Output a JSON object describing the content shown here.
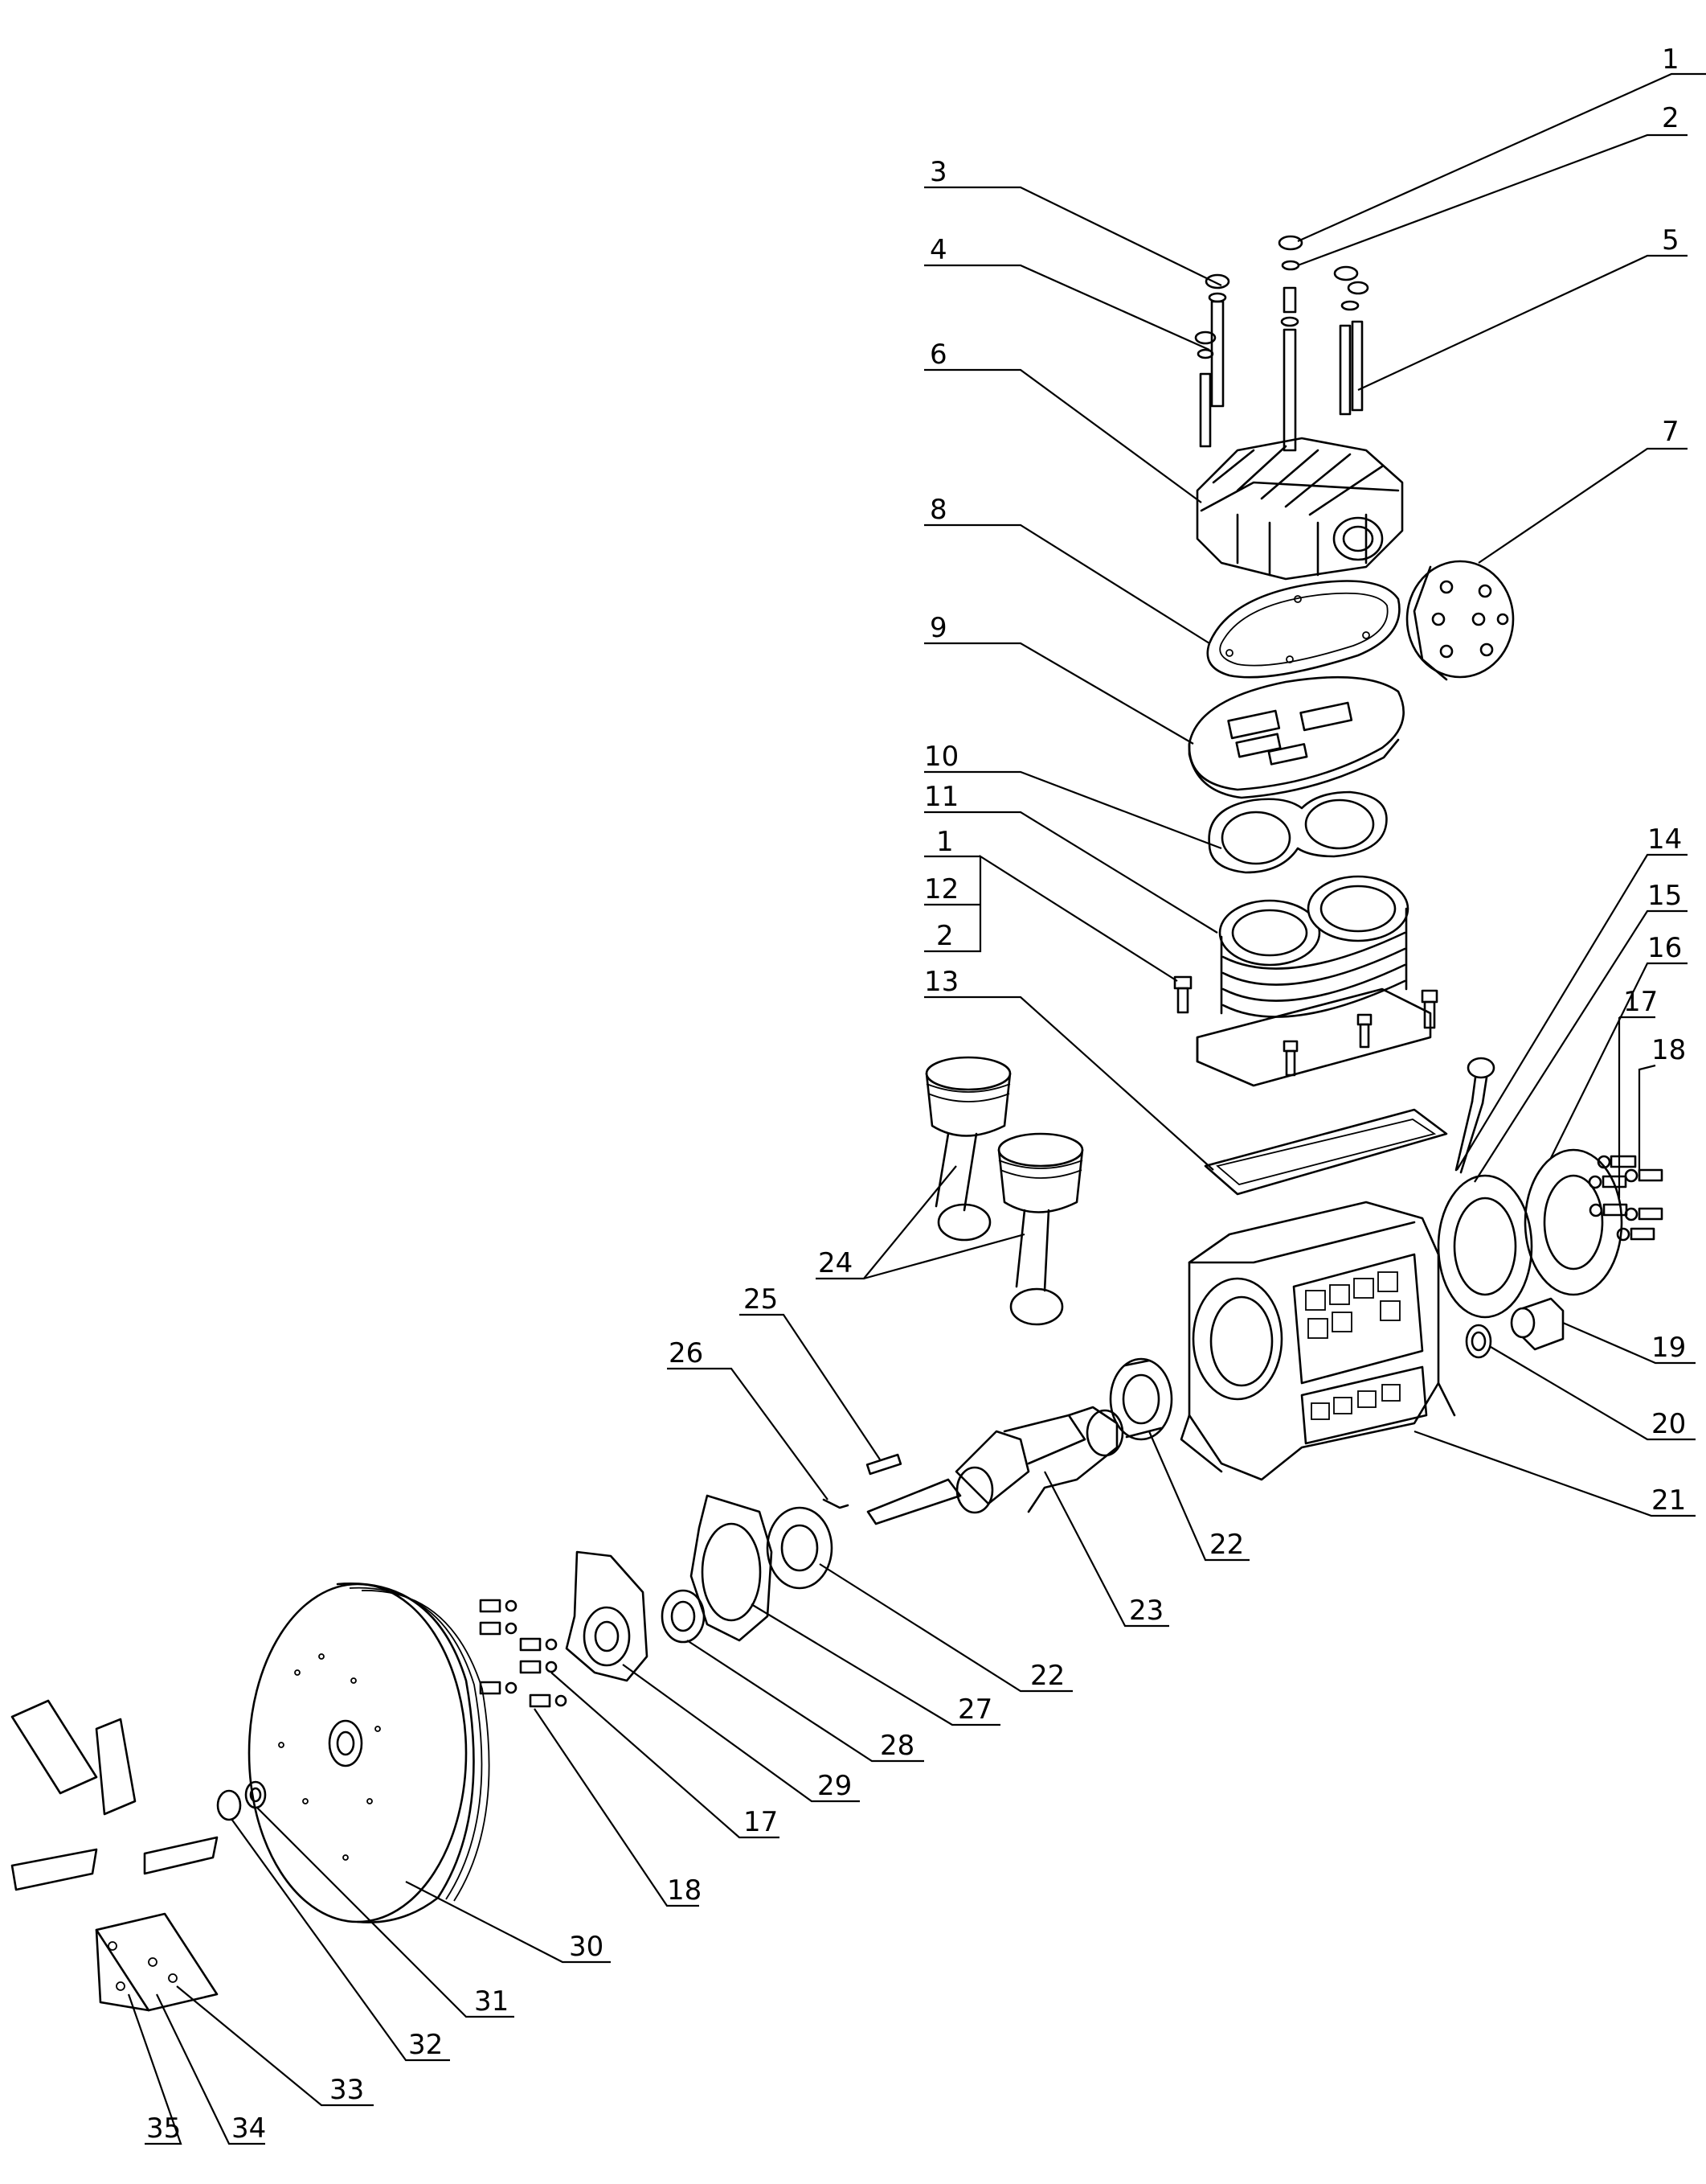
{
  "callouts": [
    {
      "id": "c1",
      "label": "1"
    },
    {
      "id": "c2",
      "label": "2"
    },
    {
      "id": "c3",
      "label": "3"
    },
    {
      "id": "c4",
      "label": "4"
    },
    {
      "id": "c5",
      "label": "5"
    },
    {
      "id": "c6",
      "label": "6"
    },
    {
      "id": "c7",
      "label": "7"
    },
    {
      "id": "c8",
      "label": "8"
    },
    {
      "id": "c9",
      "label": "9"
    },
    {
      "id": "c10",
      "label": "10"
    },
    {
      "id": "c11",
      "label": "11"
    },
    {
      "id": "c1b",
      "label": "1"
    },
    {
      "id": "c12",
      "label": "12"
    },
    {
      "id": "c2b",
      "label": "2"
    },
    {
      "id": "c13",
      "label": "13"
    },
    {
      "id": "c14",
      "label": "14"
    },
    {
      "id": "c15",
      "label": "15"
    },
    {
      "id": "c16",
      "label": "16"
    },
    {
      "id": "c17",
      "label": "17"
    },
    {
      "id": "c18",
      "label": "18"
    },
    {
      "id": "c19",
      "label": "19"
    },
    {
      "id": "c20",
      "label": "20"
    },
    {
      "id": "c21",
      "label": "21"
    },
    {
      "id": "c22",
      "label": "22"
    },
    {
      "id": "c23",
      "label": "23"
    },
    {
      "id": "c24",
      "label": "24"
    },
    {
      "id": "c25",
      "label": "25"
    },
    {
      "id": "c26",
      "label": "26"
    },
    {
      "id": "c22b",
      "label": "22"
    },
    {
      "id": "c27",
      "label": "27"
    },
    {
      "id": "c28",
      "label": "28"
    },
    {
      "id": "c29",
      "label": "29"
    },
    {
      "id": "c17b",
      "label": "17"
    },
    {
      "id": "c18b",
      "label": "18"
    },
    {
      "id": "c30",
      "label": "30"
    },
    {
      "id": "c31",
      "label": "31"
    },
    {
      "id": "c32",
      "label": "32"
    },
    {
      "id": "c33",
      "label": "33"
    },
    {
      "id": "c34",
      "label": "34"
    },
    {
      "id": "c35",
      "label": "35"
    }
  ]
}
